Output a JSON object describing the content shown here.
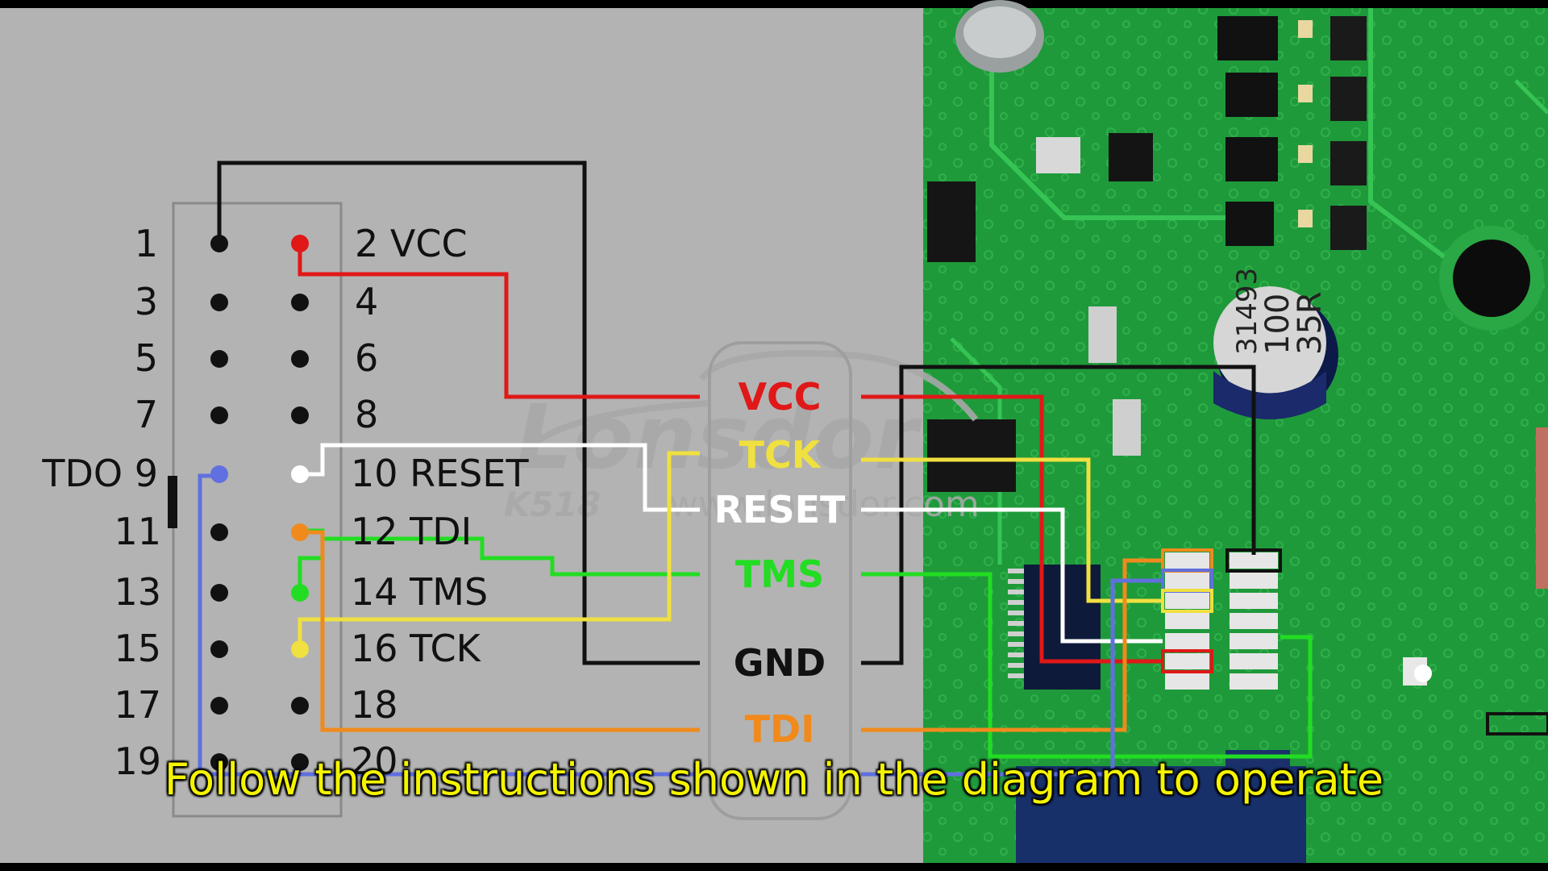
{
  "header_pins": {
    "left": [
      "1",
      "3",
      "5",
      "7",
      "TDO 9",
      "11",
      "13",
      "15",
      "17",
      "19"
    ],
    "right": [
      "2 VCC",
      "4",
      "6",
      "8",
      "10 RESET",
      "12 TDI",
      "14 TMS",
      "16 TCK",
      "18",
      "20"
    ]
  },
  "signals": [
    "VCC",
    "TCK",
    "RESET",
    "TMS",
    "GND",
    "TDI"
  ],
  "watermark": {
    "brand": "Lonsdor",
    "model": "K518",
    "url": "www.lonsdor.com"
  },
  "capacitor_marking": [
    "31493",
    "100",
    "35R"
  ],
  "subtitle": "Follow the instructions shown in the diagram to operate",
  "colors": {
    "vcc": "#e01818",
    "tck": "#f0e040",
    "reset": "#ffffff",
    "tms": "#22dd22",
    "gnd": "#111111",
    "tdi": "#f08a1c",
    "tdo": "#6070e0",
    "pcb": "#1f9a3a",
    "panel": "#b3b3b3"
  }
}
